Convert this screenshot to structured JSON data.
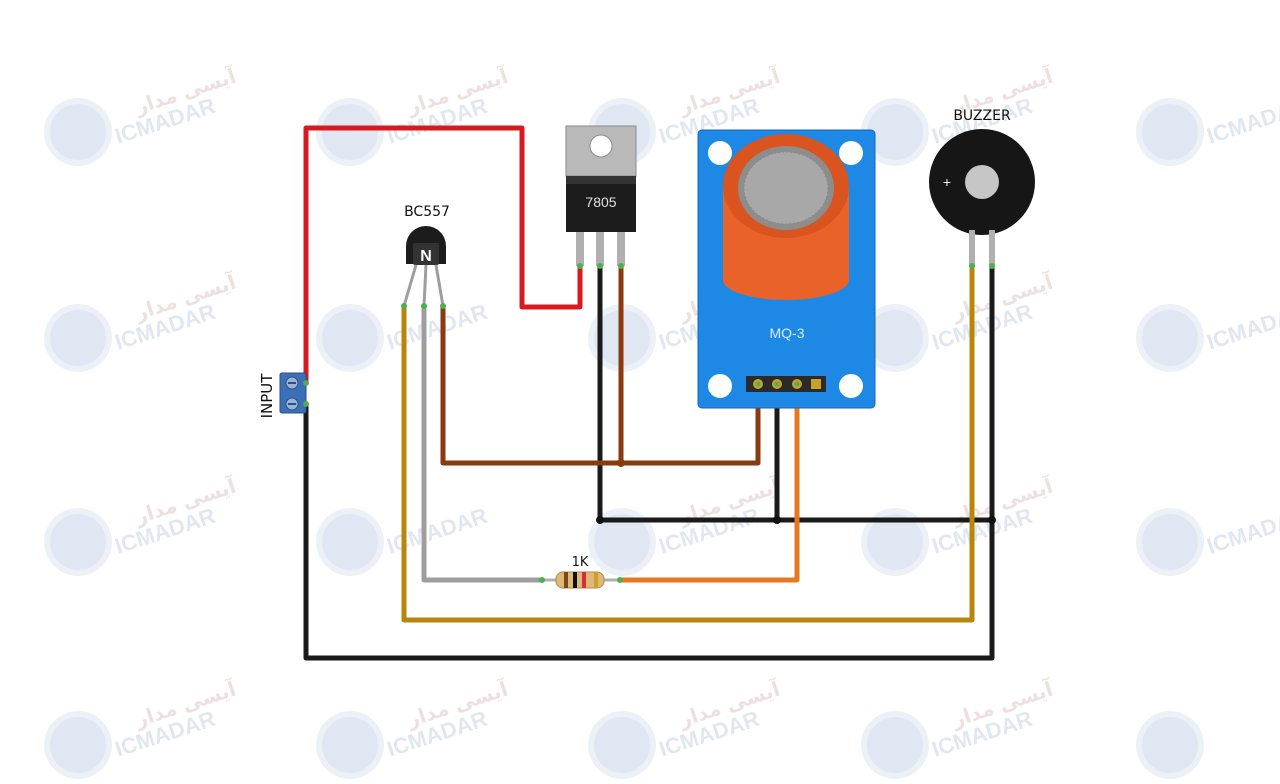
{
  "watermark": {
    "brand": "ICMADAR",
    "brand_fa": "آیسی مدار",
    "logo_letters": "IC",
    "logo_sub": "MADAR"
  },
  "labels": {
    "transistor": "BC557",
    "transistor_mark": "N",
    "regulator": "7805",
    "sensor": "MQ-3",
    "buzzer": "BUZZER",
    "buzzer_plus": "+",
    "resistor": "1K",
    "input": "INPUT"
  },
  "colors": {
    "wire_red": "#d71920",
    "wire_black": "#1a1a1a",
    "wire_brown": "#8b3a0f",
    "wire_gold": "#b8860b",
    "wire_gray": "#9e9e9e",
    "wire_orange": "#e87722",
    "pcb_blue": "#1e88e5",
    "sensor_orange": "#e8622a",
    "terminal_blue": "#3b6fb6",
    "pin_green": "#4caf50"
  }
}
